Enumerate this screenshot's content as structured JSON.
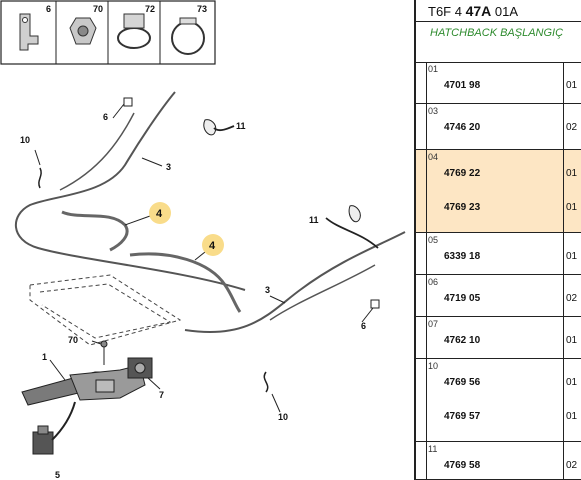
{
  "header": {
    "code_prefix": "T6F 4 ",
    "code_bold": "47A",
    "code_suffix": " 01A",
    "vehicle": "HATCHBACK BAŞLANGIÇ"
  },
  "thumbnails": [
    {
      "label": "6",
      "icon": "bracket-clip-icon"
    },
    {
      "label": "70",
      "icon": "nut-icon"
    },
    {
      "label": "72",
      "icon": "clamp-icon"
    },
    {
      "label": "73",
      "icon": "cable-tie-icon"
    }
  ],
  "callouts": {
    "c1": "1",
    "c3a": "3",
    "c3b": "3",
    "c4a": "4",
    "c4b": "4",
    "c5": "5",
    "c6a": "6",
    "c6b": "6",
    "c7": "7",
    "c10a": "10",
    "c10b": "10",
    "c11a": "11",
    "c11b": "11",
    "c70": "70"
  },
  "parts": [
    {
      "pos": "01",
      "refs": [
        "4701 98"
      ],
      "qty": [
        "01"
      ],
      "highlight": false
    },
    {
      "pos": "03",
      "refs": [
        "4746 20"
      ],
      "qty": [
        "02"
      ],
      "highlight": false
    },
    {
      "pos": "04",
      "refs": [
        "4769 22",
        "4769 23"
      ],
      "qty": [
        "01",
        "01"
      ],
      "highlight": true
    },
    {
      "pos": "05",
      "refs": [
        "6339 18"
      ],
      "qty": [
        "01"
      ],
      "highlight": false
    },
    {
      "pos": "06",
      "refs": [
        "4719 05"
      ],
      "qty": [
        "02"
      ],
      "highlight": false
    },
    {
      "pos": "07",
      "refs": [
        "4762 10"
      ],
      "qty": [
        "01"
      ],
      "highlight": false
    },
    {
      "pos": "10",
      "refs": [
        "4769 56",
        "4769 57"
      ],
      "qty": [
        "01",
        "01"
      ],
      "highlight": false
    },
    {
      "pos": "11",
      "refs": [
        "4769 58"
      ],
      "qty": [
        "02"
      ],
      "highlight": false
    }
  ],
  "colors": {
    "highlight_row": "#fde6c4",
    "highlight_callout": "#f9dc8a",
    "vehicle_text": "#2e8b2e"
  }
}
